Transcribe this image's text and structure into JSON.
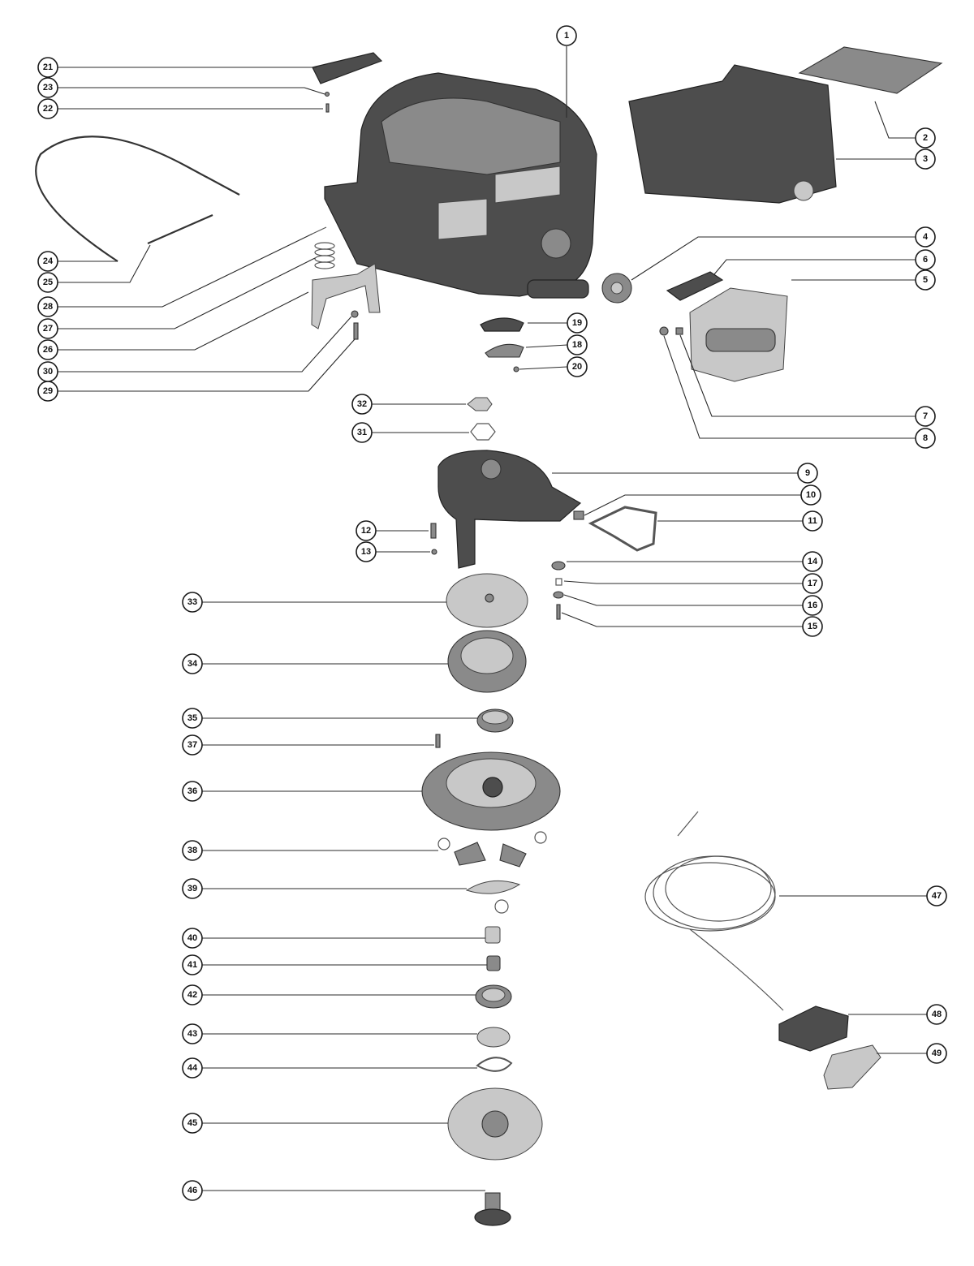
{
  "diagram": {
    "callouts": [
      {
        "label": "1"
      },
      {
        "label": "2"
      },
      {
        "label": "3"
      },
      {
        "label": "4"
      },
      {
        "label": "5"
      },
      {
        "label": "6"
      },
      {
        "label": "7"
      },
      {
        "label": "8"
      },
      {
        "label": "9"
      },
      {
        "label": "10"
      },
      {
        "label": "11"
      },
      {
        "label": "12"
      },
      {
        "label": "13"
      },
      {
        "label": "14"
      },
      {
        "label": "15"
      },
      {
        "label": "16"
      },
      {
        "label": "17"
      },
      {
        "label": "18"
      },
      {
        "label": "19"
      },
      {
        "label": "20"
      },
      {
        "label": "21"
      },
      {
        "label": "22"
      },
      {
        "label": "23"
      },
      {
        "label": "24"
      },
      {
        "label": "25"
      },
      {
        "label": "26"
      },
      {
        "label": "27"
      },
      {
        "label": "28"
      },
      {
        "label": "29"
      },
      {
        "label": "30"
      },
      {
        "label": "31"
      },
      {
        "label": "32"
      },
      {
        "label": "33"
      },
      {
        "label": "34"
      },
      {
        "label": "35"
      },
      {
        "label": "36"
      },
      {
        "label": "37"
      },
      {
        "label": "38"
      },
      {
        "label": "39"
      },
      {
        "label": "40"
      },
      {
        "label": "41"
      },
      {
        "label": "42"
      },
      {
        "label": "43"
      },
      {
        "label": "44"
      },
      {
        "label": "45"
      },
      {
        "label": "46"
      },
      {
        "label": "47"
      },
      {
        "label": "48"
      },
      {
        "label": "49"
      }
    ]
  }
}
